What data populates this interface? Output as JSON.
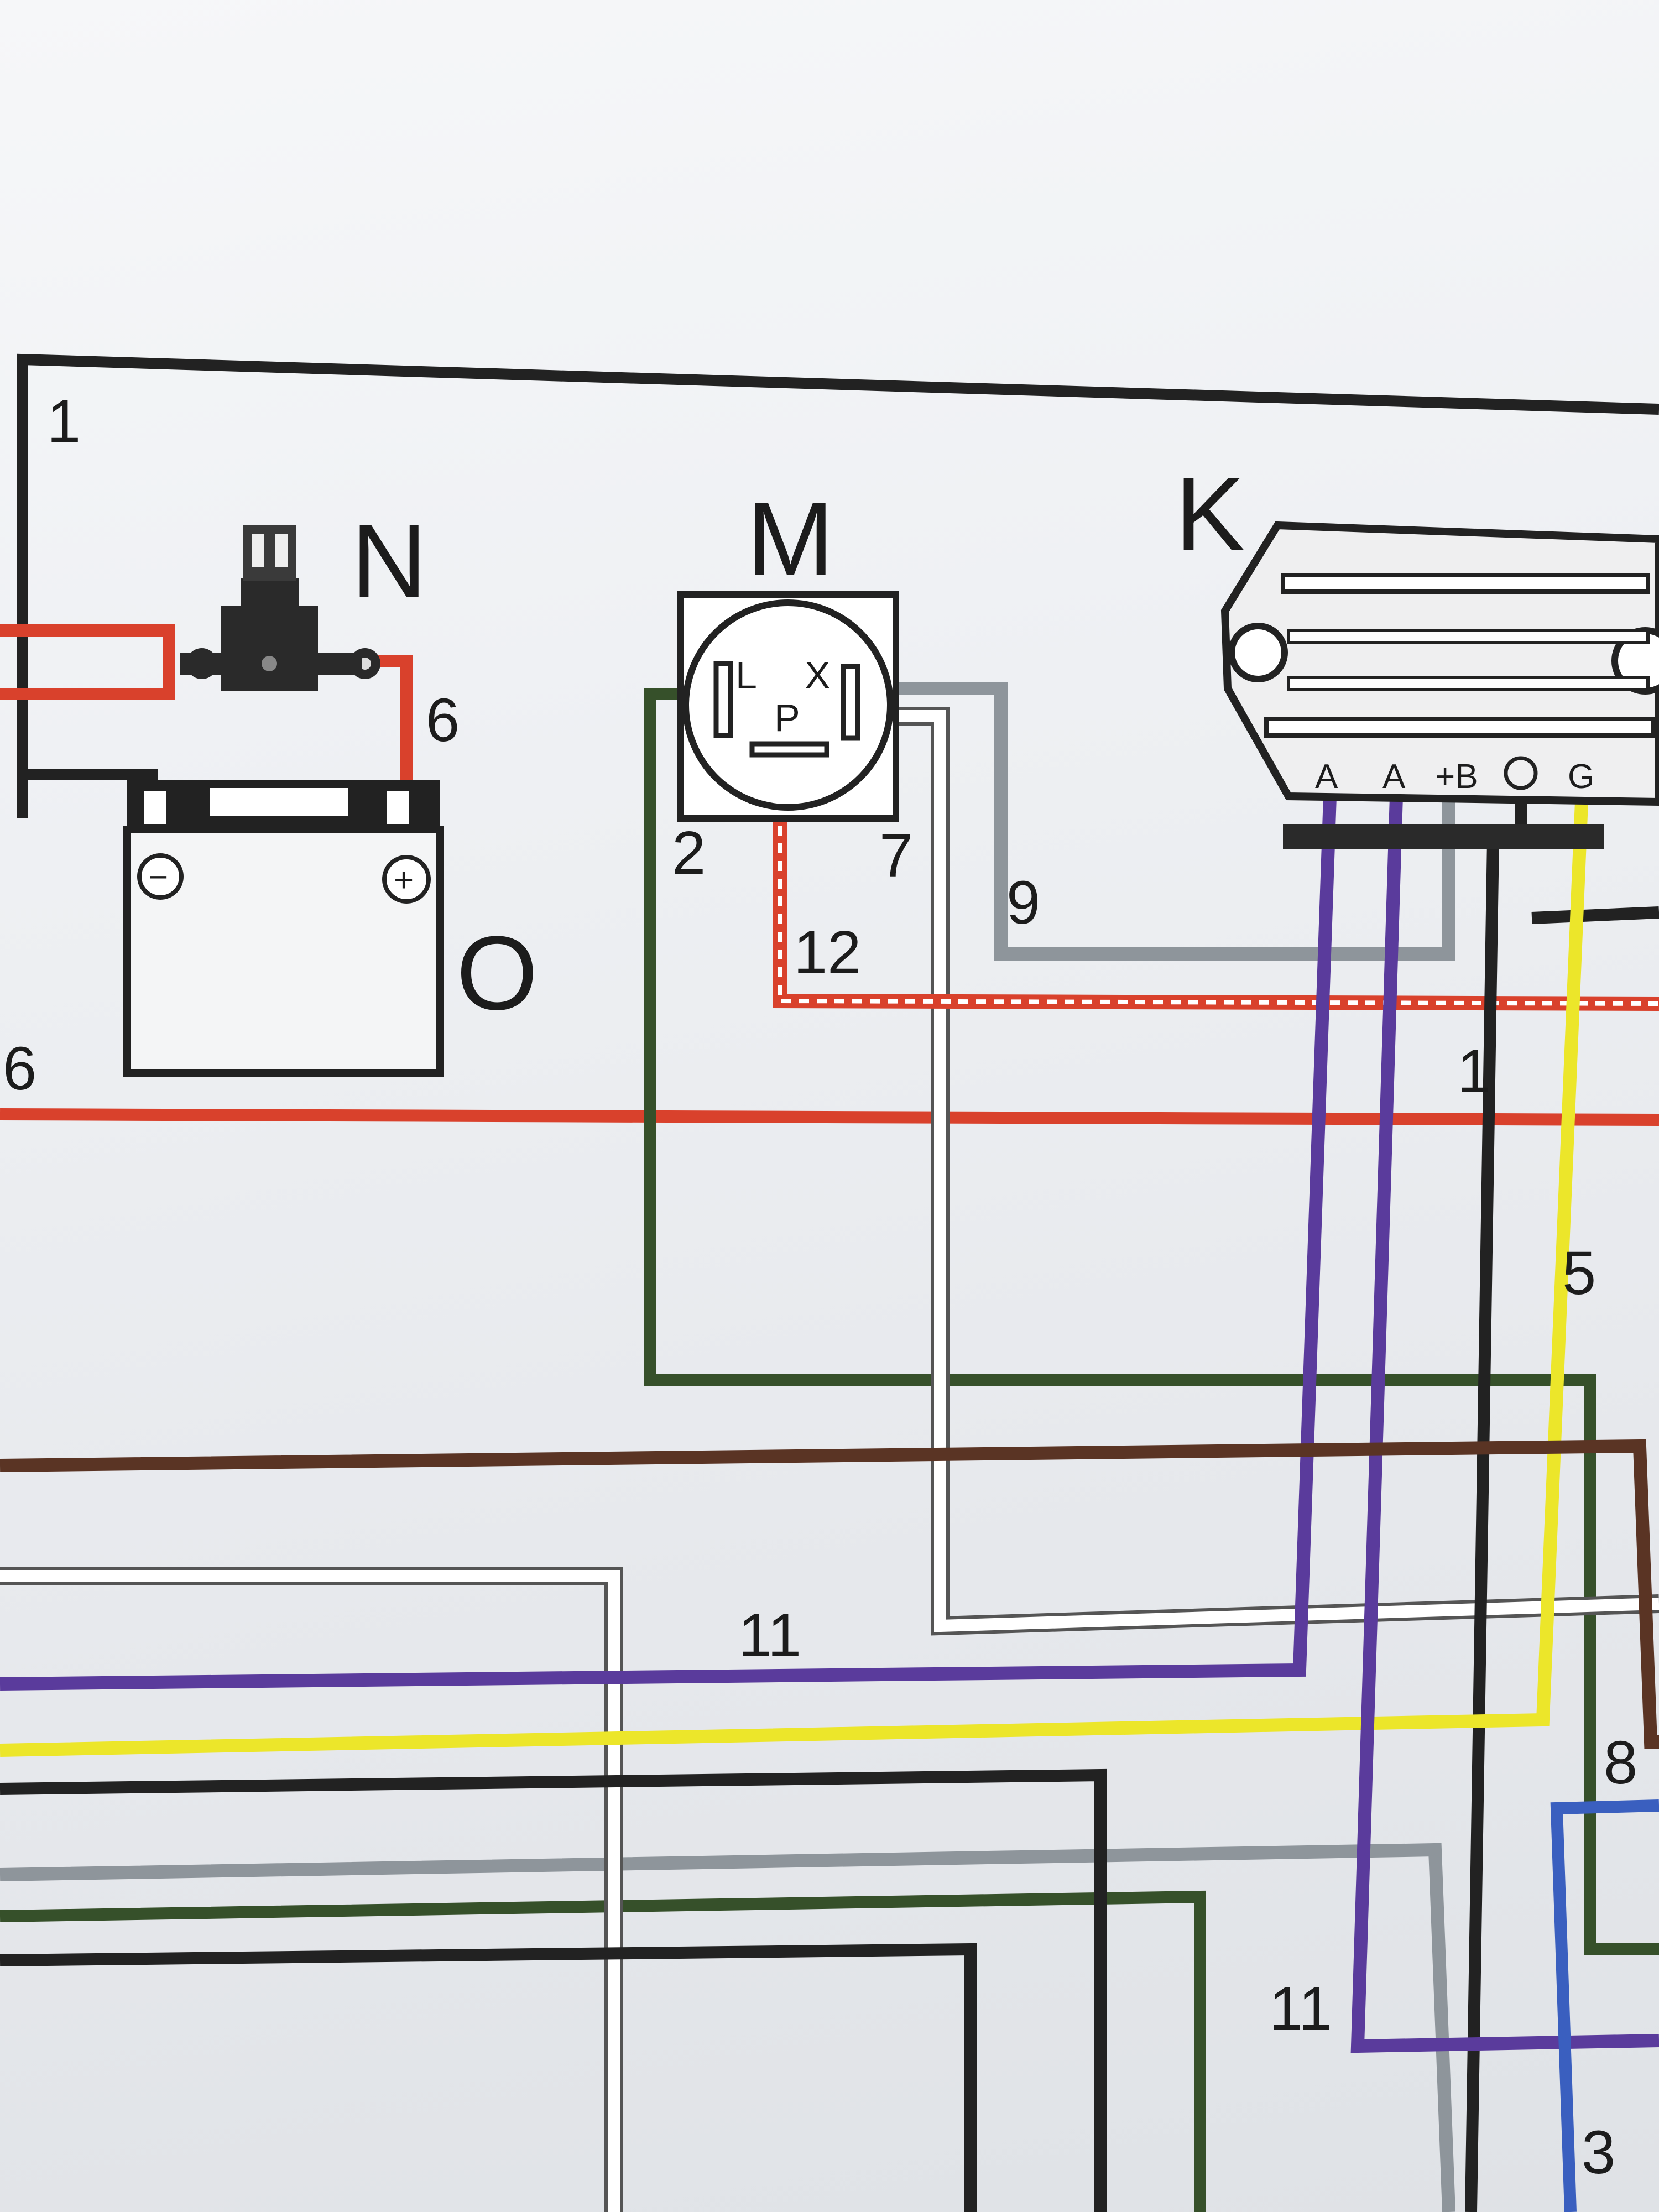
{
  "components": {
    "K": {
      "letter": "K",
      "terminals": [
        "A",
        "A",
        "+B",
        "⏚",
        "G"
      ]
    },
    "M": {
      "letter": "M",
      "pins": [
        "L",
        "X",
        "P"
      ]
    },
    "N": {
      "letter": "N"
    },
    "O": {
      "letter": "O",
      "terminals": [
        "−",
        "+"
      ]
    }
  },
  "wire_numbers": {
    "w1_top": "1",
    "w6_fuse": "6",
    "w6_left": "6",
    "w2": "2",
    "w7": "7",
    "w9": "9",
    "w12": "12",
    "w1_mid": "1",
    "w5": "5",
    "w11_upper": "11",
    "w11_lower": "11",
    "w8": "8",
    "w3": "3"
  },
  "wire_colors": {
    "black": "#222222",
    "red": "#d9412c",
    "green": "#36502a",
    "grey": "#8e959b",
    "white": "#ffffff",
    "purple": "#5a3b9c",
    "yellow": "#ece62a",
    "brown": "#5a3424",
    "blue": "#3a5fbf"
  }
}
